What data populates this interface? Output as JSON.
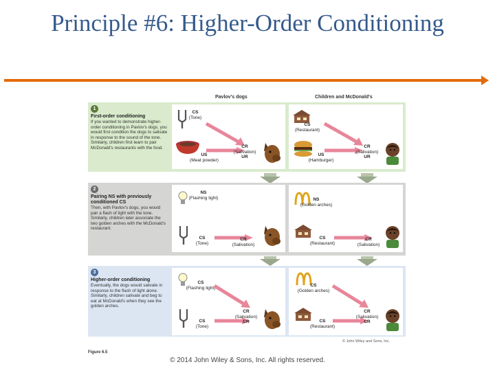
{
  "slide": {
    "title": "Principle #6: Higher-Order Conditioning",
    "copyright": "© 2014 John Wiley & Sons, Inc. All rights reserved."
  },
  "figure": {
    "col_left": "Pavlov's dogs",
    "col_right": "Children and McDonald's",
    "credit": "© John Wiley and Sons, Inc.",
    "label": "Figure 6.5",
    "steps": [
      {
        "num": "1",
        "heading": "First-order conditioning",
        "body": "If you wanted to demonstrate higher-order conditioning in Pavlov's dogs, you would first condition the dogs to salivate in response to the sound of the tone. Similarly, children first learn to pair McDonald's restaurants with the food.",
        "a_cs": "CS",
        "a_cs_sub": "(Tone)",
        "a_us": "US",
        "a_us_sub": "(Meat powder)",
        "a_cr": "CR",
        "a_cr_sub": "(Salivation)",
        "a_ur": "UR",
        "b_cs": "CS",
        "b_cs_sub": "(Restaurant)",
        "b_us": "US",
        "b_us_sub": "(Hamburger)",
        "b_cr": "CR",
        "b_cr_sub": "(Salivation)",
        "b_ur": "UR"
      },
      {
        "num": "2",
        "heading": "Pairing NS with previously conditioned CS",
        "body": "Then, with Pavlov's dogs, you would pair a flash of light with the tone. Similarly, children later associate the two golden arches with the McDonald's restaurant.",
        "a_ns": "NS",
        "a_ns_sub": "(Flashing light)",
        "a_cs": "CS",
        "a_cs_sub": "(Tone)",
        "a_cr": "CR",
        "a_cr_sub": "(Salivation)",
        "b_ns": "NS",
        "b_ns_sub": "(Golden arches)",
        "b_cs": "CS",
        "b_cs_sub": "(Restaurant)",
        "b_cr": "CR",
        "b_cr_sub": "(Salivation)"
      },
      {
        "num": "3",
        "heading": "Higher-order conditioning",
        "body": "Eventually, the dogs would salivate in response to the flash of light alone. Similarly, children salivate and beg to eat at McDonald's when they see the golden arches.",
        "a_cs1": "CS",
        "a_cs1_sub": "(Flashing light)",
        "a_cs2": "CS",
        "a_cs2_sub": "(Tone)",
        "a_cr": "CR",
        "a_cr_sub": "(Salivation)",
        "a_cr2": "CR",
        "b_cs1": "CS",
        "b_cs1_sub": "(Golden arches)",
        "b_cs2": "CS",
        "b_cs2_sub": "(Restaurant)",
        "b_cr": "CR",
        "b_cr_sub": "(Salivation)",
        "b_cr2": "CR"
      }
    ]
  },
  "colors": {
    "title": "#355a8c",
    "rule": "#e26b0a",
    "arrow": "#e8869a"
  }
}
